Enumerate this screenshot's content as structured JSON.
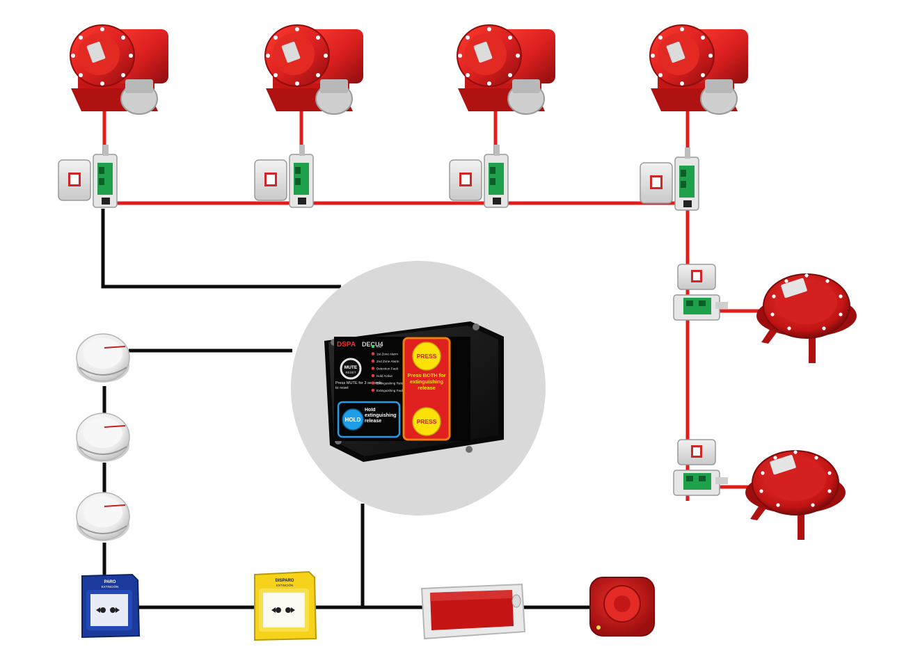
{
  "colors": {
    "wire_red": "#e21b1b",
    "wire_black": "#0c0c0c",
    "device_red": "#d91f1f",
    "panel_body": "#1a1a1a",
    "panel_yellow": "#ffe10a",
    "panel_orange_border": "#f07e10",
    "hold_blue": "#1e9ee8",
    "circle_bg": "#d9d9d9",
    "station_blue": "#1b3a9c",
    "station_yellow": "#f6d21b"
  },
  "panel": {
    "brand": "DSPA",
    "model": "DECU4",
    "mute_label": "MUTE",
    "reset_label": "RESET",
    "mute_hint": "Press MUTE for 3 seconds to reset",
    "led_labels": [
      "ON",
      "1st Zone Alarm",
      "2nd Zone Alarm",
      "Detection Fault",
      "Hold Active",
      "Extinguishing Release",
      "Extinguishing Fault"
    ],
    "press_top": "PRESS",
    "press_bottom": "PRESS",
    "press_both": "Press BOTH for extinguishing release",
    "hold_button": "HOLD",
    "hold_text": "Hold extinguishing release"
  },
  "manual_stations": {
    "blue": {
      "line1": "PARO",
      "line2": "EXTINCIÓN"
    },
    "yellow": {
      "line1": "DISPARO",
      "line2": "EXTINCIÓN"
    }
  },
  "icons": {
    "extinguishing_generator": "aerosol-generator-icon",
    "activation_module": "activation-module-icon",
    "disc_generator": "disc-generator-icon",
    "smoke_detector": "smoke-detector-icon",
    "beacon": "flash-beacon-icon",
    "sounder": "sounder-icon"
  }
}
